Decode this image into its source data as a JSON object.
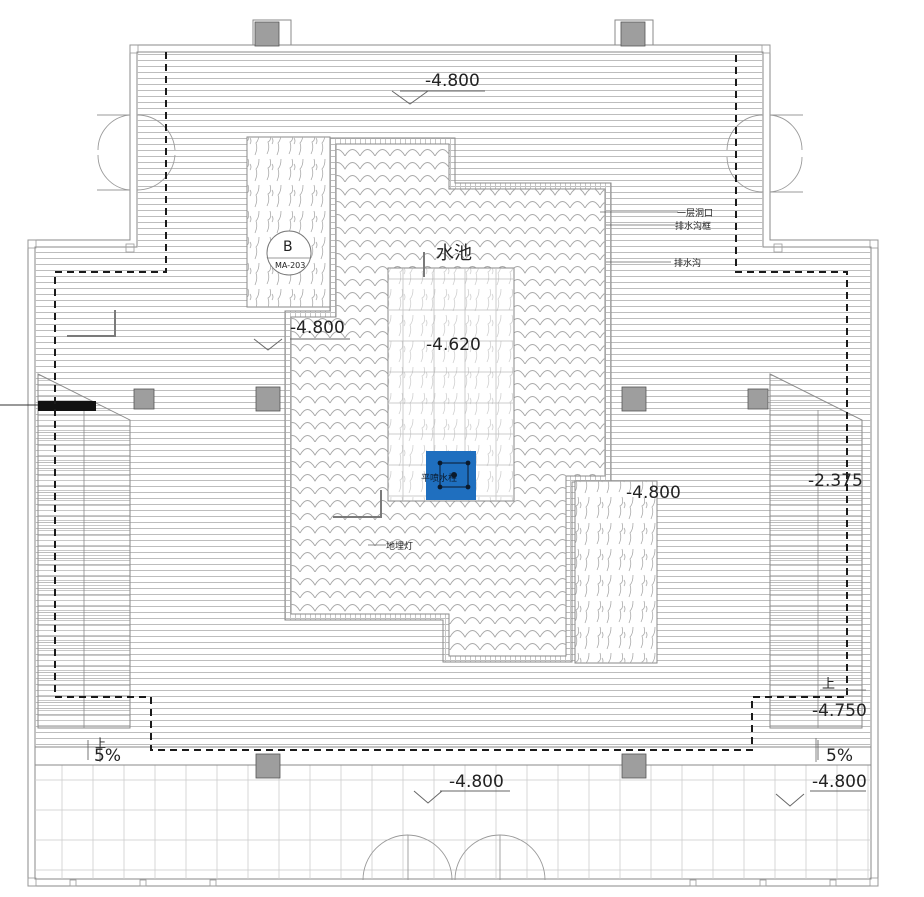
{
  "labels": {
    "pool_title": "水池",
    "level_top": "-4.800",
    "level_left": "-4.800",
    "level_center": "-4.620",
    "level_right_planter": "-4.800",
    "level_stair_right": "-2.375",
    "level_right_lower": "-4.750",
    "level_bottom_right": "-4.800",
    "level_bottom_center": "-4.800",
    "slope_left": "5%",
    "slope_right": "5%",
    "up_left": "上",
    "up_right": "上",
    "callout_1": "一层洞口",
    "callout_2": "排水沟框",
    "callout_3": "排水沟",
    "inground_light": "地埋灯",
    "fountain_note": "平喷水柱",
    "marker_letter": "B",
    "marker_ref": "MA-203"
  },
  "colors": {
    "line": "#7a7a7a",
    "hatch": "#c4c4c4",
    "dash": "#1a1a1a",
    "column": "#9e9e9e",
    "fountain": "#1f6fbf"
  }
}
